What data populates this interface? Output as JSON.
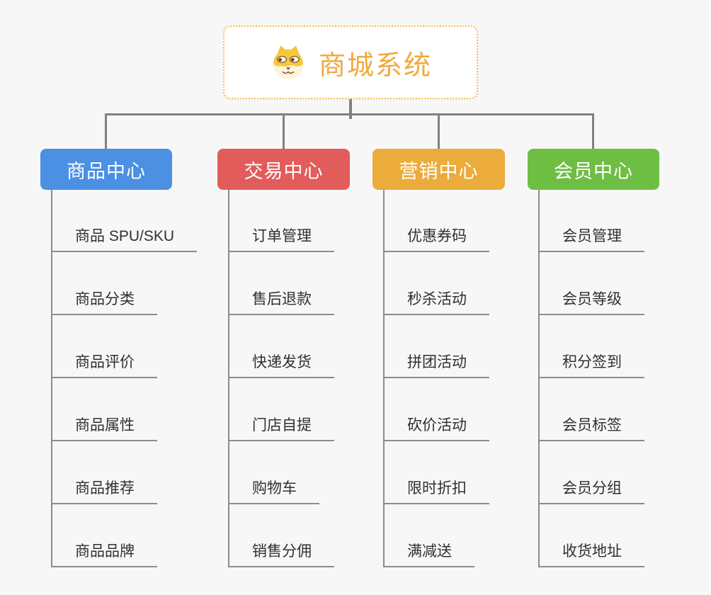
{
  "canvas_background": "#f7f7f7",
  "connector_color": "#808080",
  "root": {
    "title": "商城系统",
    "icon": "dog-face-icon",
    "text_color": "#F2A93D",
    "border_color": "#F6BA55",
    "background": "#ffffff"
  },
  "branches": [
    {
      "label": "商品中心",
      "color": "#4B90E2",
      "children": [
        "商品 SPU/SKU",
        "商品分类",
        "商品评价",
        "商品属性",
        "商品推荐",
        "商品品牌"
      ]
    },
    {
      "label": "交易中心",
      "color": "#E25C5C",
      "children": [
        "订单管理",
        "售后退款",
        "快递发货",
        "门店自提",
        "购物车",
        "销售分佣"
      ]
    },
    {
      "label": "营销中心",
      "color": "#EBAC3C",
      "children": [
        "优惠券码",
        "秒杀活动",
        "拼团活动",
        "砍价活动",
        "限时折扣",
        "满减送"
      ]
    },
    {
      "label": "会员中心",
      "color": "#6FBE44",
      "children": [
        "会员管理",
        "会员等级",
        "积分签到",
        "会员标签",
        "会员分组",
        "收货地址"
      ]
    }
  ]
}
